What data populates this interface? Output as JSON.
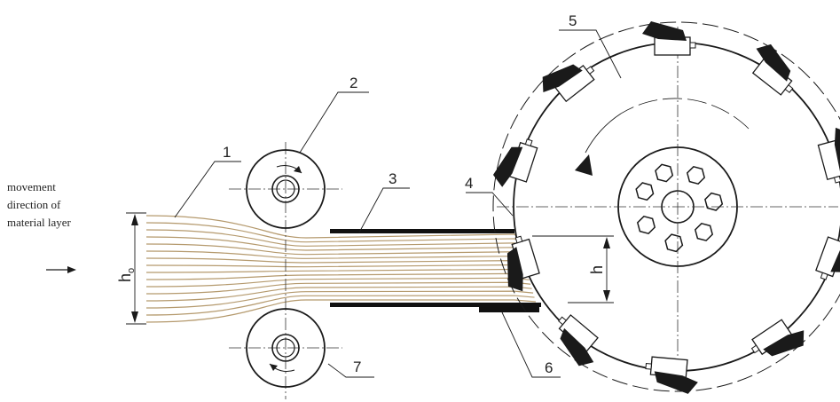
{
  "labels": {
    "n1": "1",
    "n2": "2",
    "n3": "3",
    "n4": "4",
    "n5": "5",
    "n6": "6",
    "n7": "7"
  },
  "annotation": {
    "line1": "movement",
    "line2": "direction of",
    "line3": "material layer"
  },
  "dimensions": {
    "h0_main": "h",
    "h0_sub": "o",
    "h": "h"
  },
  "colors": {
    "fiber": "#b59a6e",
    "line": "#1a1a1a",
    "plate": "#111111"
  }
}
